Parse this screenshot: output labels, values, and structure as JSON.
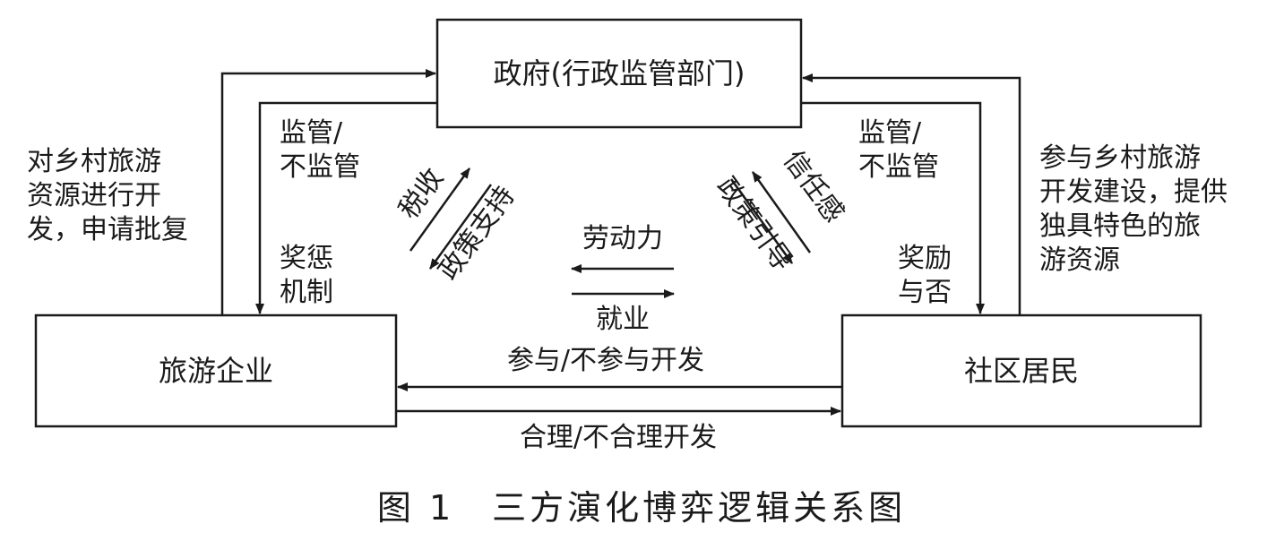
{
  "nodes": {
    "government": "政府(行政监管部门)",
    "enterprise": "旅游企业",
    "residents": "社区居民"
  },
  "edges": {
    "enterprise_to_gov": "对乡村旅游资源进行开发，申请批复",
    "enterprise_to_gov_lines": [
      "对乡村旅游",
      "资源进行开",
      "发，申请批复"
    ],
    "gov_to_enterprise_a": [
      "监管/",
      "不监管"
    ],
    "gov_to_enterprise_b": [
      "奖惩",
      "机制"
    ],
    "enterprise_to_gov_tax": "税收",
    "gov_to_enterprise_support": "政策支持",
    "residents_to_gov_trust": "信任感",
    "gov_to_residents_guide": "政策引导",
    "gov_to_residents_a": [
      "监管/",
      "不监管"
    ],
    "gov_to_residents_b": [
      "奖励",
      "与否"
    ],
    "residents_to_gov_lines": [
      "参与乡村旅游",
      "开发建设，提供",
      "独具特色的旅",
      "游资源"
    ],
    "residents_to_enterprise_labor": "劳动力",
    "enterprise_to_residents_jobs": "就业",
    "residents_to_enterprise_participate": "参与/不参与开发",
    "enterprise_to_residents_develop": "合理/不合理开发"
  },
  "caption": "图 1　三方演化博弈逻辑关系图"
}
